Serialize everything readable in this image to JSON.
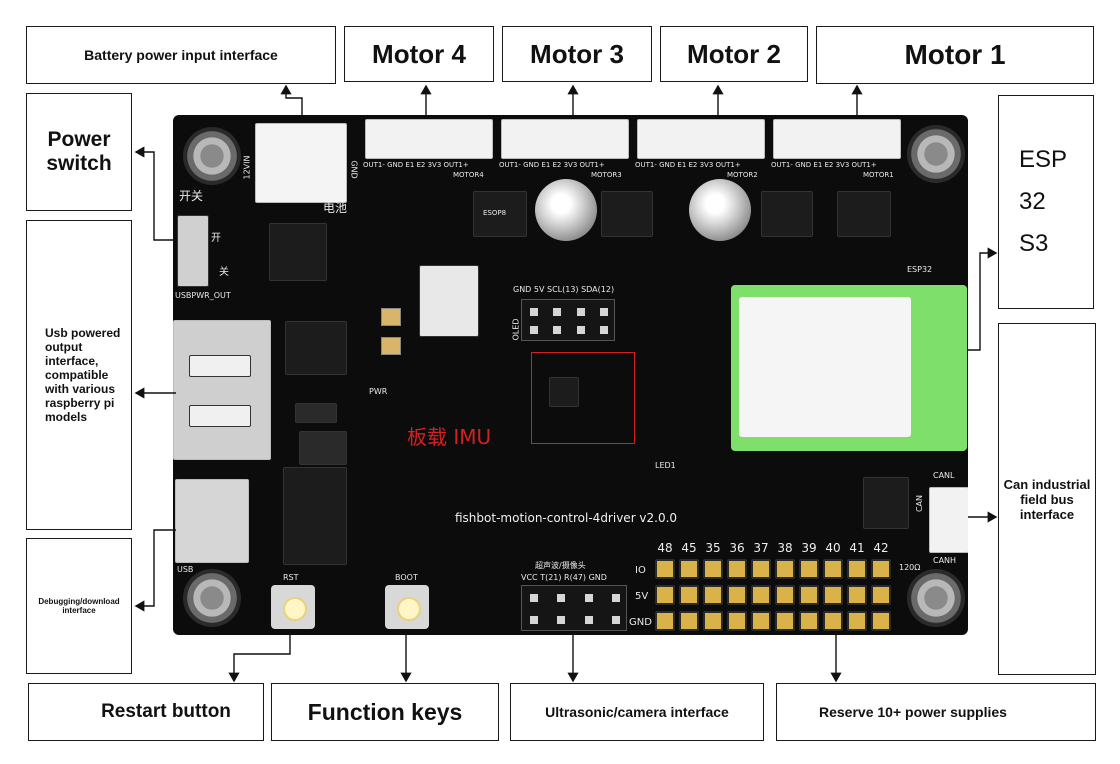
{
  "callouts": {
    "battery": "Battery power input interface",
    "motor4": "Motor 4",
    "motor3": "Motor 3",
    "motor2": "Motor 2",
    "motor1": "Motor 1",
    "power_switch": "Power switch",
    "usb_output": "Usb powered output interface, compatible with various raspberry pi models",
    "debug": "Debugging/download interface",
    "esp_line1": "ESP",
    "esp_line2": "32",
    "esp_line3": "S3",
    "can": "Can industrial field bus interface",
    "restart": "Restart button",
    "function": "Function keys",
    "ultrasonic": "Ultrasonic/camera interface",
    "reserve": "Reserve 10+ power supplies"
  },
  "board": {
    "title": "fishbot-motion-control-4driver v2.0.0",
    "imu_label": "板载 IMU",
    "silk": {
      "vin": "12VIN",
      "battery_cn": "电池",
      "gnd": "GND",
      "switch_cn": "开关",
      "open_cn": "开",
      "off_cn": "关",
      "usbpwr": "USBPWR_OUT",
      "usb": "USB",
      "esp32": "ESP32",
      "motor_pins": "OUT1- GND E1 E2 3V3 OUT1+",
      "motor4": "MOTOR4",
      "motor3": "MOTOR3",
      "motor2": "MOTOR2",
      "motor1": "MOTOR1",
      "i2c_pins": "GND 5V SCL(13) SDA(12)",
      "oled": "OLED",
      "pwr": "PWR",
      "led1": "LED1",
      "rst": "RST",
      "boot": "BOOT",
      "ultra_cn": "超声波/摄像头",
      "ultra_pins": "VCC T(21) R(47) GND",
      "io": "IO",
      "v5": "5V",
      "gnd_row": "GND",
      "canl": "CANL",
      "canh": "CANH",
      "can": "CAN",
      "r120": "120Ω",
      "esop8": "ESOP8"
    },
    "io_numbers": [
      "48",
      "45",
      "35",
      "36",
      "37",
      "38",
      "39",
      "40",
      "41",
      "42"
    ]
  },
  "colors": {
    "board": "#0c0c0c",
    "imu_box": "#d42020",
    "esp_module": "#7ee06a",
    "pin_gold": "#d9b24a"
  }
}
